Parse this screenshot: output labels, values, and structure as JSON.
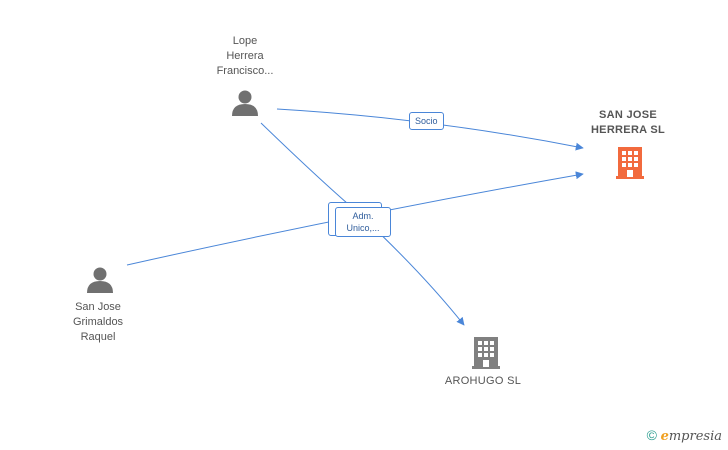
{
  "nodes": {
    "person_lope": {
      "label": "Lope\nHerrera\nFrancisco..."
    },
    "person_sanjose": {
      "label": "San Jose\nGrimaldos\nRaquel"
    },
    "company_main": {
      "label": "SAN JOSE\nHERRERA  SL",
      "color": "#f26a3d"
    },
    "company_arohugo": {
      "label": "AROHUGO  SL",
      "color": "#808080"
    }
  },
  "edges": {
    "socio": {
      "label": "Socio"
    },
    "adm": {
      "label": "Adm.\nUnico,..."
    }
  },
  "colors": {
    "edge": "#4a86d8",
    "person_icon": "#707070"
  },
  "brand": {
    "copyright": "©",
    "e": "e",
    "rest": "mpresia"
  }
}
